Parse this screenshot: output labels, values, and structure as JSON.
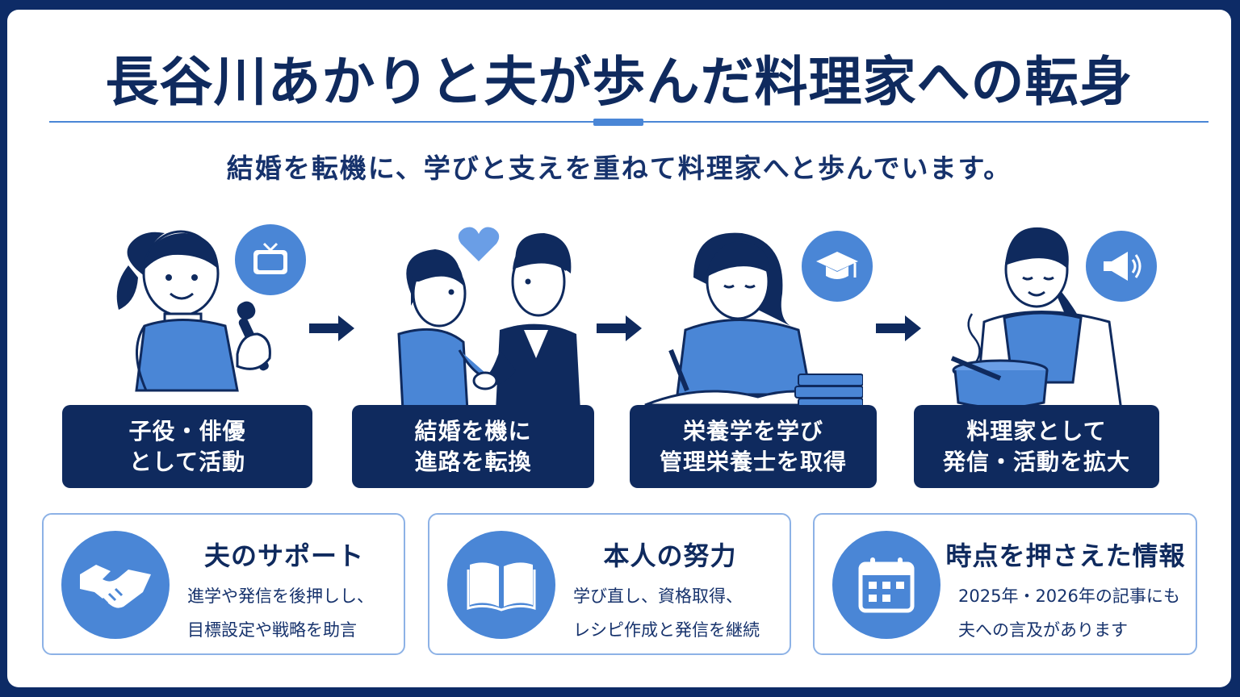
{
  "title": "長谷川あかりと夫が歩んだ料理家への転身",
  "subtitle": "結婚を転機に、学びと支えを重ねて料理家へと歩んでいます。",
  "steps": [
    {
      "line1": "子役・俳優",
      "line2": "として活動",
      "icon": "tv-icon"
    },
    {
      "line1": "結婚を機に",
      "line2": "進路を転換",
      "icon": "heart-icon"
    },
    {
      "line1": "栄養学を学び",
      "line2": "管理栄養士を取得",
      "icon": "graduation-cap-icon"
    },
    {
      "line1": "料理家として",
      "line2": "発信・活動を拡大",
      "icon": "megaphone-icon"
    }
  ],
  "cards": [
    {
      "title": "夫のサポート",
      "line1": "進学や発信を後押しし、",
      "line2": "目標設定や戦略を助言",
      "icon": "handshake-icon"
    },
    {
      "title": "本人の努力",
      "line1": "学び直し、資格取得、",
      "line2": "レシピ作成と発信を継続",
      "icon": "book-icon"
    },
    {
      "title": "時点を押さえた情報",
      "line1": "2025年・2026年の記事にも",
      "line2": "夫への言及があります",
      "icon": "calendar-icon"
    }
  ],
  "colors": {
    "navy": "#0f2a5e",
    "accent": "#4a86d6",
    "light": "#8db2e6",
    "skin": "#ffffff"
  }
}
